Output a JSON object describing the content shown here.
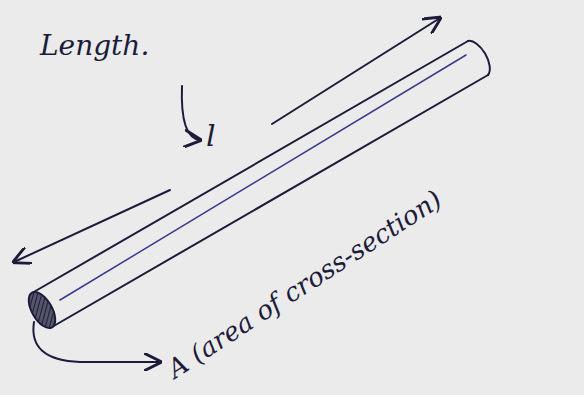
{
  "diagram": {
    "labels": [
      "Length.",
      "l",
      "A (area of cross-section)"
    ]
  }
}
